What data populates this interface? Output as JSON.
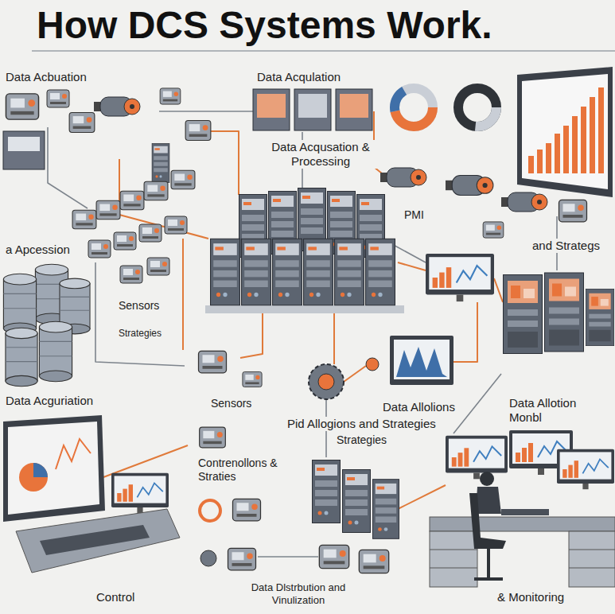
{
  "diagram": {
    "title": "How DCS Systems Work.",
    "labels": [
      "Data Acbuation",
      "Data Acqulation",
      "Data Acqusation & Processing",
      "PMI",
      "and Strategs",
      "a Apcession",
      "Sensors",
      "Strategies",
      "Data Acguriation",
      "Sensors",
      "Data Allolions",
      "Pid Allogions and Strategies",
      "Strategies",
      "Data Allotion Monbl",
      "Contrenollons & Straties",
      "Control",
      "Data Dlstrbution and Vinulization",
      "& Monitoring"
    ]
  }
}
